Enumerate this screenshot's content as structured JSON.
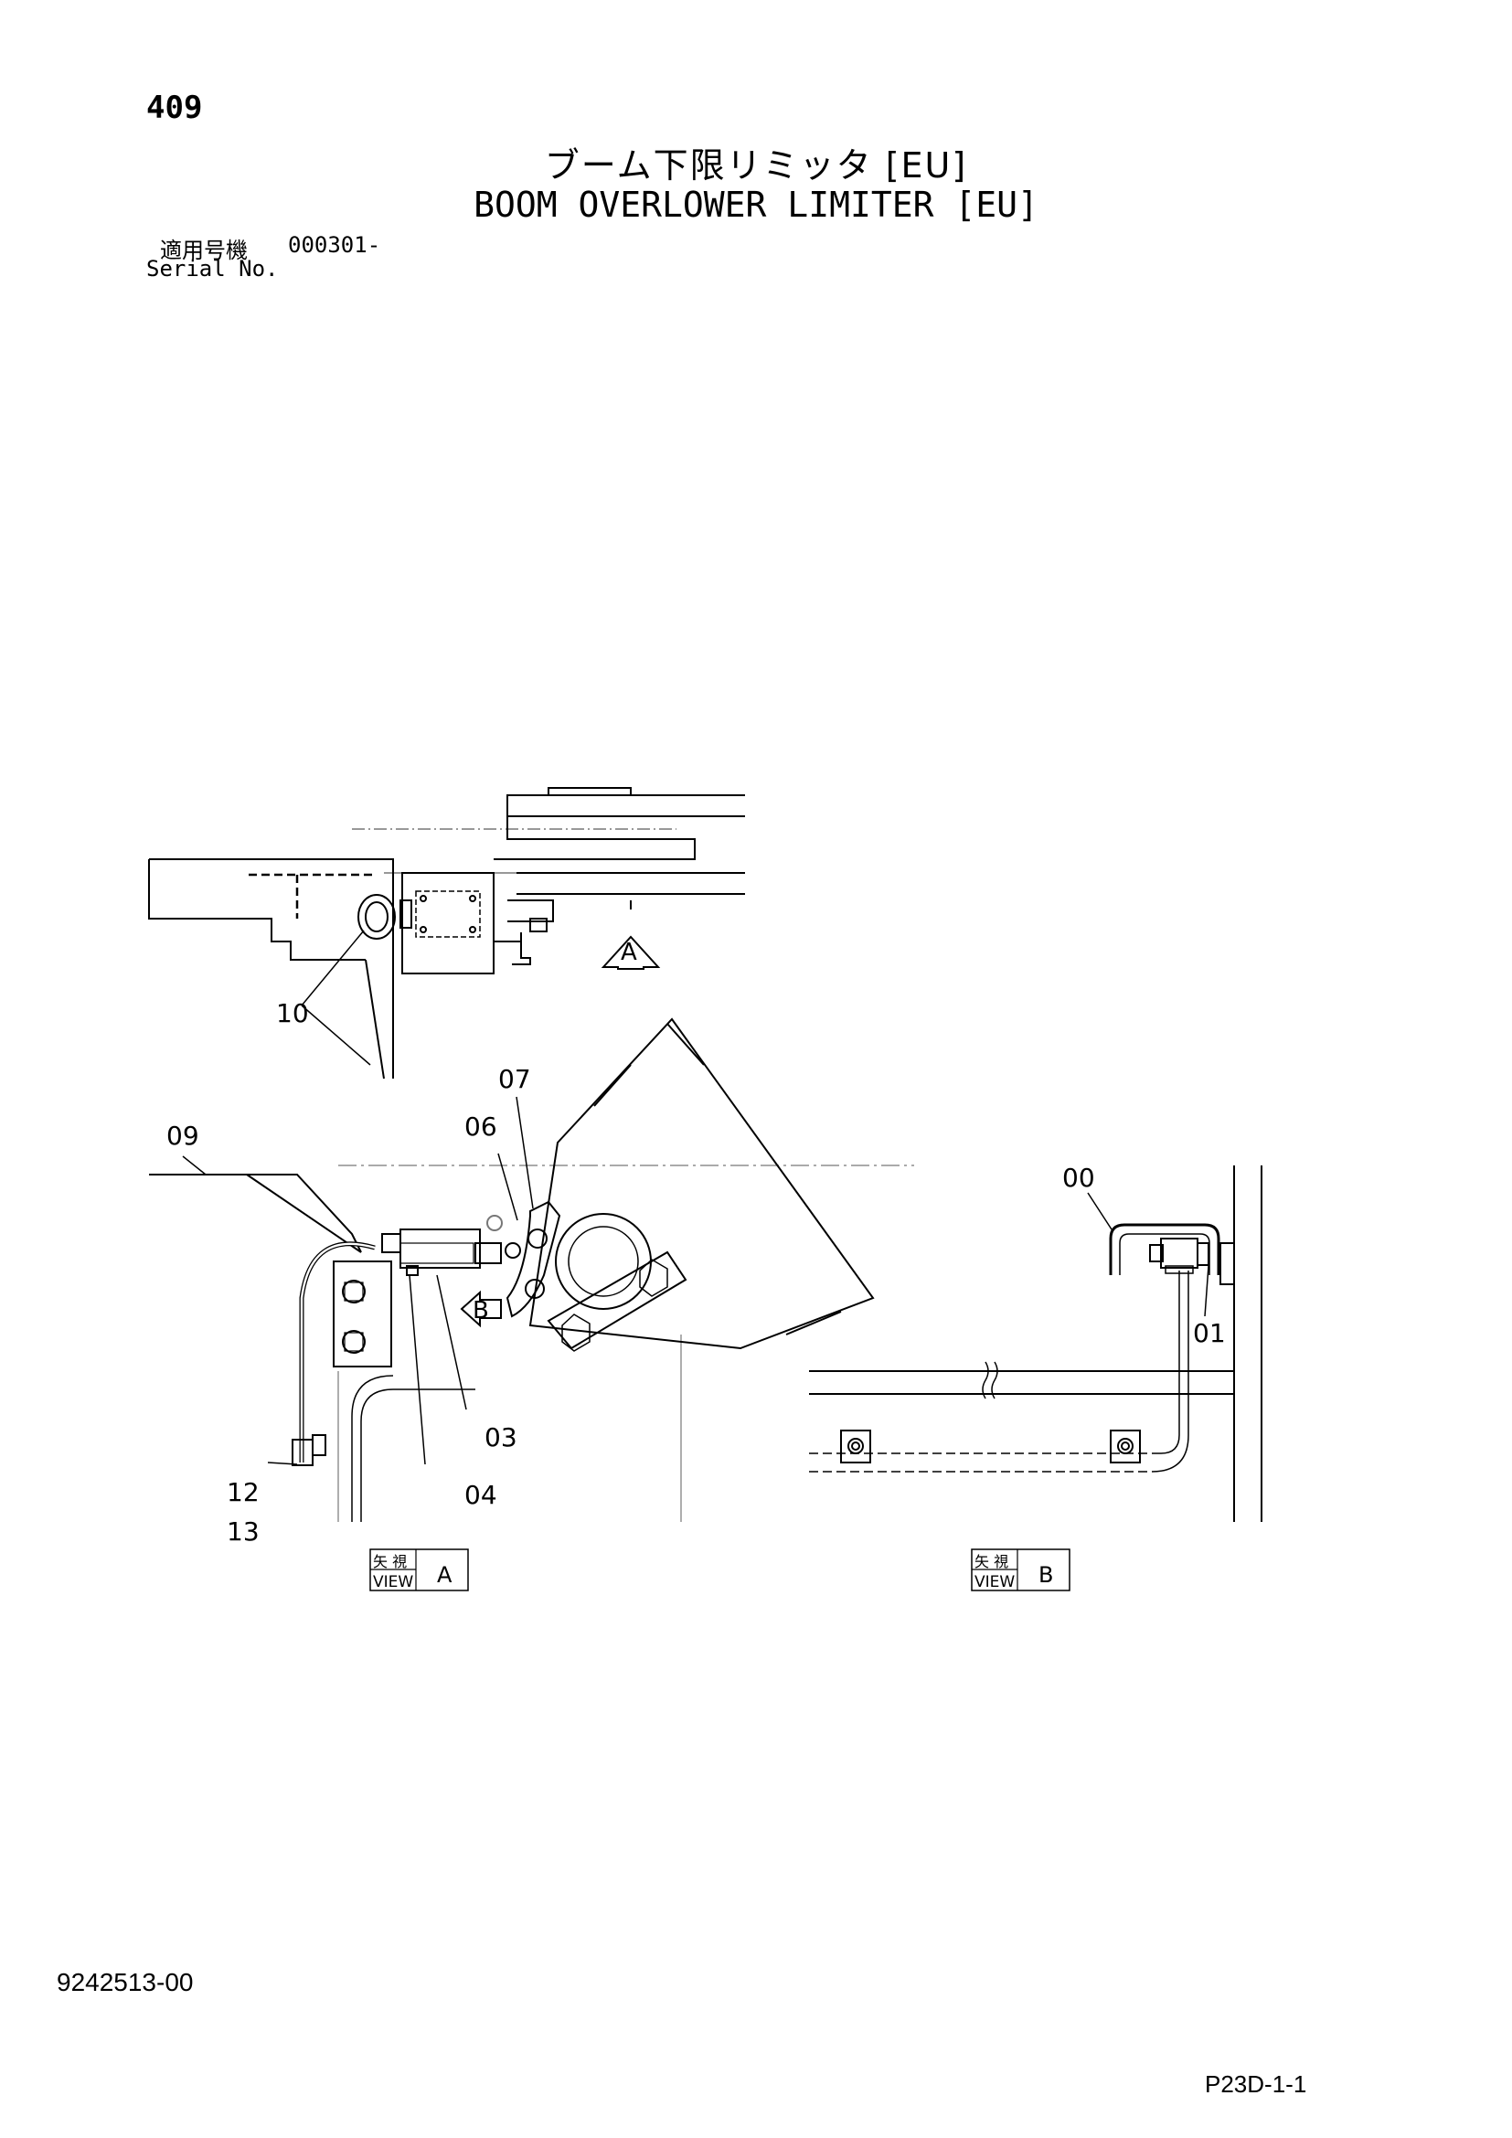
{
  "header": {
    "page_number": "409",
    "title_jp": "ブーム下限リミッタ [EU]",
    "title_en": "BOOM OVERLOWER LIMITER [EU]",
    "serial_label_jp": "適用号機",
    "serial_value": "000301-",
    "serial_label_en": "Serial No."
  },
  "callouts": {
    "c00": "00",
    "c01": "01",
    "c03": "03",
    "c04": "04",
    "c06": "06",
    "c07": "07",
    "c09": "09",
    "c10": "10",
    "c12": "12",
    "c13": "13"
  },
  "view_markers": {
    "a": "A",
    "b": "B"
  },
  "views": {
    "a": {
      "label_jp": "矢 視",
      "label_en": "VIEW",
      "letter": "A"
    },
    "b": {
      "label_jp": "矢 視",
      "label_en": "VIEW",
      "letter": "B"
    }
  },
  "footer": {
    "document_number": "9242513-00",
    "page_code": "P23D-1-1"
  }
}
